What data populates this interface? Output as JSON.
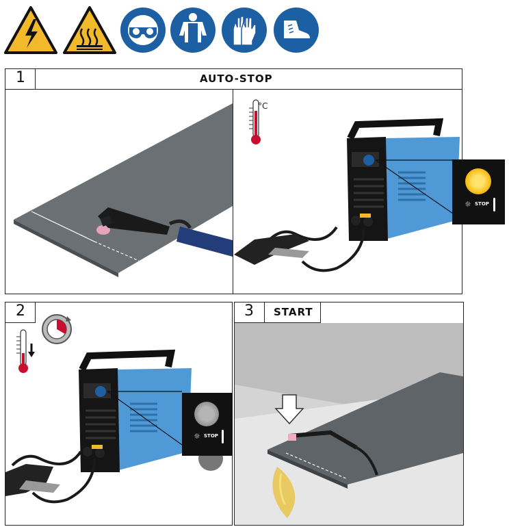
{
  "safety_icons": [
    {
      "icon": "electric-hazard-icon"
    },
    {
      "icon": "hot-surface-icon"
    },
    {
      "icon": "eye-protection-icon"
    },
    {
      "icon": "apron-icon"
    },
    {
      "icon": "gloves-icon"
    },
    {
      "icon": "boots-icon"
    }
  ],
  "colors": {
    "warning_yellow": "#f2b92b",
    "mandatory_blue": "#1d5fa3",
    "machine_blue": "#4f9ad6",
    "sheet_gray": "#5f6468",
    "thermo_red": "#c8102e"
  },
  "step1": {
    "number": "1",
    "title": "AUTO-STOP",
    "degree_label": "°C",
    "stop_label": "STOP"
  },
  "step2": {
    "number": "2",
    "stop_label": "STOP"
  },
  "step3": {
    "number": "3",
    "title": "START"
  }
}
